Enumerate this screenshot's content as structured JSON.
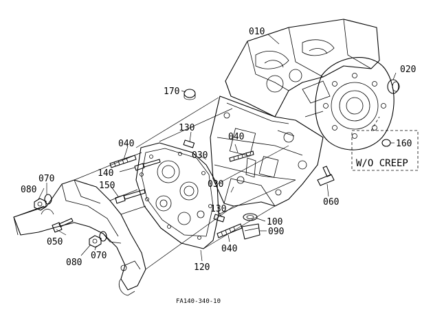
{
  "parts": [
    {
      "id": "p010",
      "label": "010"
    },
    {
      "id": "p020",
      "label": "020"
    },
    {
      "id": "p030a",
      "label": "030"
    },
    {
      "id": "p030b",
      "label": "030"
    },
    {
      "id": "p040a",
      "label": "040"
    },
    {
      "id": "p040b",
      "label": "040"
    },
    {
      "id": "p040c",
      "label": "040"
    },
    {
      "id": "p050",
      "label": "050"
    },
    {
      "id": "p060",
      "label": "060"
    },
    {
      "id": "p070a",
      "label": "070"
    },
    {
      "id": "p070b",
      "label": "070"
    },
    {
      "id": "p080a",
      "label": "080"
    },
    {
      "id": "p080b",
      "label": "080"
    },
    {
      "id": "p090",
      "label": "090"
    },
    {
      "id": "p100",
      "label": "100"
    },
    {
      "id": "p120",
      "label": "120"
    },
    {
      "id": "p130a",
      "label": "130"
    },
    {
      "id": "p130b",
      "label": "130"
    },
    {
      "id": "p140",
      "label": "140"
    },
    {
      "id": "p150",
      "label": "150"
    },
    {
      "id": "p160",
      "label": "160"
    },
    {
      "id": "p170",
      "label": "170"
    }
  ],
  "variant_box": {
    "label": "W/O CREEP"
  },
  "figure_code": "FA140-340-10"
}
